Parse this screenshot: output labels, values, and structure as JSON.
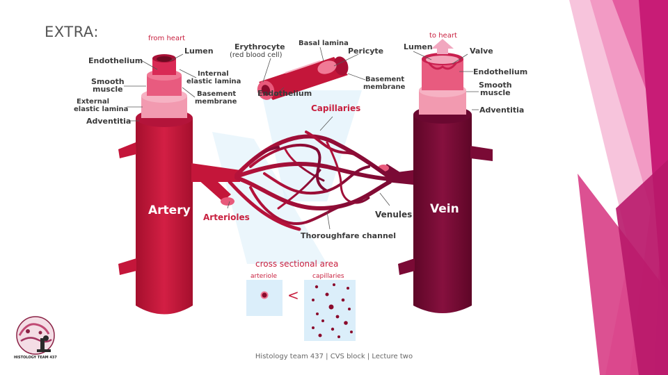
{
  "slide": {
    "title": "EXTRA:",
    "footer": "Histology team 437 | CVS block | Lecture two"
  },
  "diagram": {
    "artery_labels": {
      "from_heart": "from heart",
      "lumen": "Lumen",
      "endothelium": "Endothelium",
      "smooth_muscle_1": "Smooth",
      "smooth_muscle_2": "muscle",
      "internal_elastic_1": "Internal",
      "internal_elastic_2": "elastic lamina",
      "basement_1": "Basement",
      "basement_2": "membrane",
      "external_elastic_1": "External",
      "external_elastic_2": "elastic lamina",
      "adventitia": "Adventitia"
    },
    "capillary_labels": {
      "erythrocyte_1": "Erythrocyte",
      "erythrocyte_2": "(red blood cell)",
      "basal_lamina": "Basal lamina",
      "pericyte": "Pericyte",
      "basement_1": "Basement",
      "basement_2": "membrane",
      "endothelium": "Endothelium",
      "capillaries": "Capillaries"
    },
    "vein_labels": {
      "to_heart": "to heart",
      "lumen": "Lumen",
      "valve": "Valve",
      "endothelium": "Endothelium",
      "smooth_muscle_1": "Smooth",
      "smooth_muscle_2": "muscle",
      "adventitia": "Adventitia"
    },
    "vessel_labels": {
      "artery": "Artery",
      "vein": "Vein",
      "arterioles": "Arterioles",
      "venules": "Venules",
      "thoroughfare": "Thoroughfare channel"
    },
    "cross_section": {
      "title": "cross sectional area",
      "arteriole": "arteriole",
      "capillaries": "capillaries",
      "comparison": "<"
    },
    "logo_text": "HISTOLOGY TEAM 437",
    "colors": {
      "artery": "#c4163a",
      "vein": "#7a0a35",
      "label_dark": "#3a3a3a",
      "label_red": "#c8203f",
      "pink_accent": "#d6206f",
      "pale_blue": "#dbeefa"
    }
  }
}
